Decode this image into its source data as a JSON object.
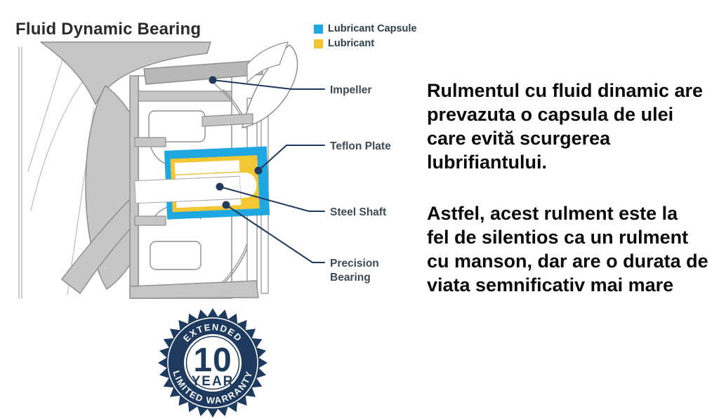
{
  "title": "Fluid Dynamic Bearing",
  "legend": {
    "items": [
      {
        "label": "Lubricant Capsule",
        "color": "#1ea7e0"
      },
      {
        "label": "Lubricant",
        "color": "#f0c433"
      }
    ]
  },
  "diagram": {
    "labels": {
      "impeller": "Impeller",
      "teflon_plate": "Teflon Plate",
      "steel_shaft": "Steel Shaft",
      "precision_bearing_line1": "Precision",
      "precision_bearing_line2": "Bearing"
    }
  },
  "description": {
    "paragraph1": "Rulmentul cu fluid dinamic are\nprevazuta o capsula de ulei\ncare evită scurgerea\nlubrifiantului.",
    "paragraph2": "Astfel, acest rulment este la\nfel de silentios ca un rulment\ncu manson, dar are o durata de\nviata semnificativ mai mare"
  },
  "badge": {
    "top_text": "EXTENDED",
    "value": "10",
    "unit": "YEAR",
    "bottom_text": "LIMITED WARRANTY"
  },
  "colors": {
    "navy": "#1e3a5f",
    "capsule_blue": "#1ea7e0",
    "lubricant_yellow": "#f3c634"
  }
}
